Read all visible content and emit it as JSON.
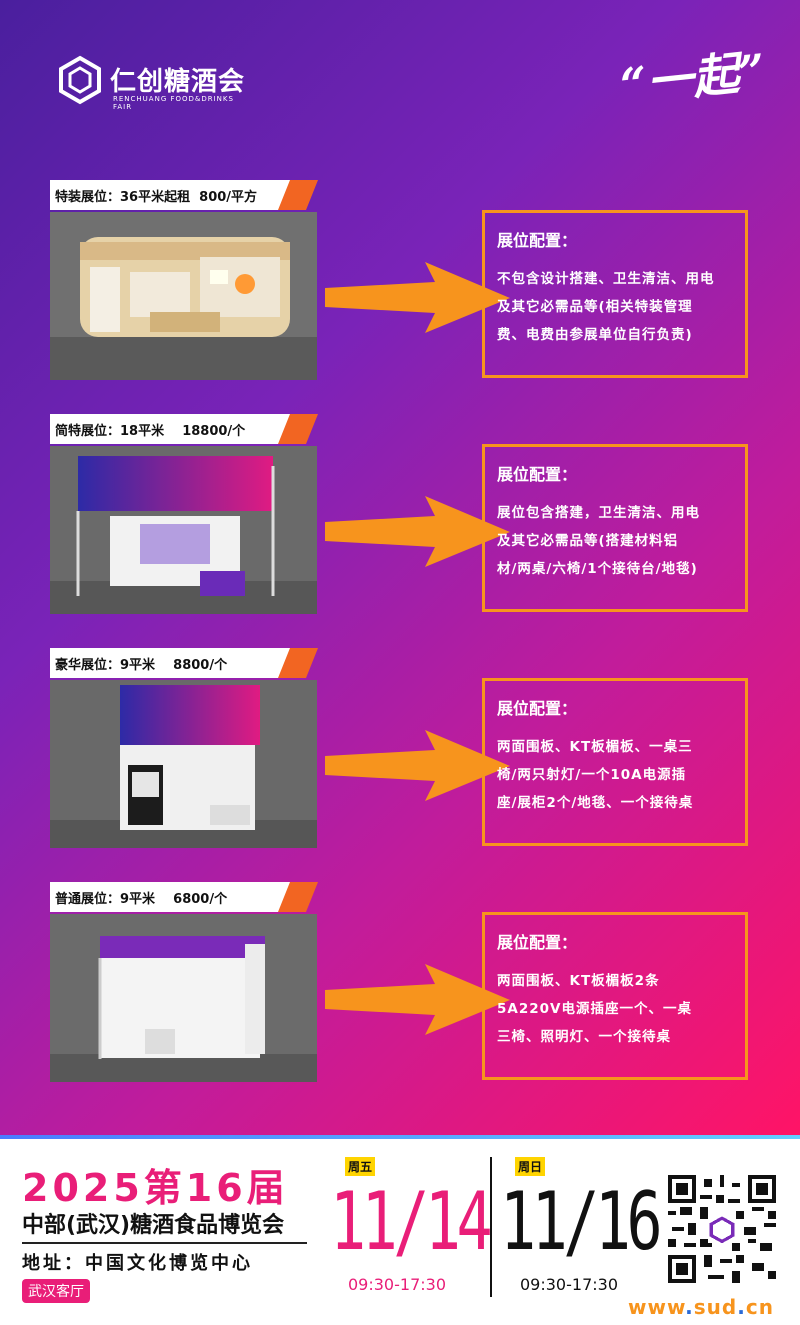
{
  "brand": {
    "name": "仁创糖酒会",
    "subtitle": "RENCHUANG FOOD&DRINKS FAIR"
  },
  "slogan": "“一起”",
  "booths": [
    {
      "label": "特装展位：36平米起租  800/平方",
      "config_title": "展位配置：",
      "config_lines": [
        "不包含设计搭建、卫生清洁、用电",
        "及其它必需品等(相关特装管理",
        "费、电费由参展单位自行负责)"
      ]
    },
    {
      "label": "简特展位：18平米    18800/个",
      "config_title": "展位配置：",
      "config_lines": [
        "展位包含搭建，卫生清洁、用电",
        "及其它必需品等(搭建材料铝",
        "材/两桌/六椅/1个接待台/地毯)"
      ]
    },
    {
      "label": "豪华展位：9平米    8800/个",
      "config_title": "展位配置：",
      "config_lines": [
        "两面围板、KT板楣板、一桌三",
        "椅/两只射灯/一个10A电源插",
        "座/展柜2个/地毯、一个接待桌"
      ]
    },
    {
      "label": "普通展位：9平米    6800/个",
      "config_title": "展位配置：",
      "config_lines": [
        "两面围板、KT板楣板2条",
        "5A220V电源插座一个、一桌",
        "三椅、照明灯、一个接待桌"
      ]
    }
  ],
  "footer": {
    "year_session": "2025第16届",
    "fair_name": "中部(武汉)糖酒食品博览会",
    "address": "地址：中国文化博览中心",
    "hall": "武汉客厅",
    "start_day": "周五",
    "start_date": "11/14",
    "start_time": "09:30-17:30",
    "end_day": "周日",
    "end_date": "11/16",
    "end_time": "09:30-17:30",
    "watermark_pre": "www",
    "watermark_mid": "sud",
    "watermark_post": "cn",
    "watermark_dot": "."
  },
  "colors": {
    "accent": "#e91e78",
    "orange": "#f7941d",
    "bg_start": "#4a1f9e",
    "bg_end": "#ff1466"
  }
}
